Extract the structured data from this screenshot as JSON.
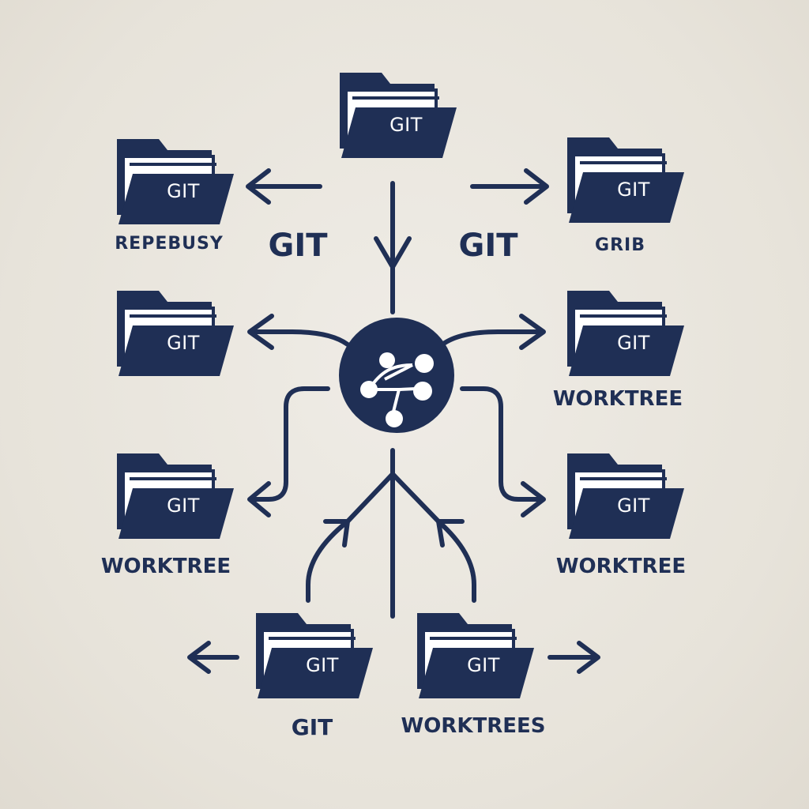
{
  "colors": {
    "ink": "#1f2f55",
    "background": "#e9e5dd",
    "folder_text": "#ffffff"
  },
  "hub": {
    "icon": "git-branch-network-icon"
  },
  "folders": {
    "top_center": {
      "label": "GIT"
    },
    "left_1": {
      "label": "GIT"
    },
    "left_2": {
      "label": "GIT"
    },
    "left_3": {
      "label": "GIT"
    },
    "right_1": {
      "label": "GIT"
    },
    "right_2": {
      "label": "GIT"
    },
    "right_3": {
      "label": "GIT"
    },
    "bottom_left": {
      "label": "GIT"
    },
    "bottom_right": {
      "label": "GIT"
    }
  },
  "captions": {
    "left_1": "REPEBUSY",
    "left_middle": "GIT",
    "right_middle": "GIT",
    "right_1": "GRIB",
    "right_2": "WORKTREE",
    "left_3": "WORKTREE",
    "right_3": "WORKTREE",
    "bottom_left": "GIT",
    "bottom_right": "WORKTREES"
  }
}
